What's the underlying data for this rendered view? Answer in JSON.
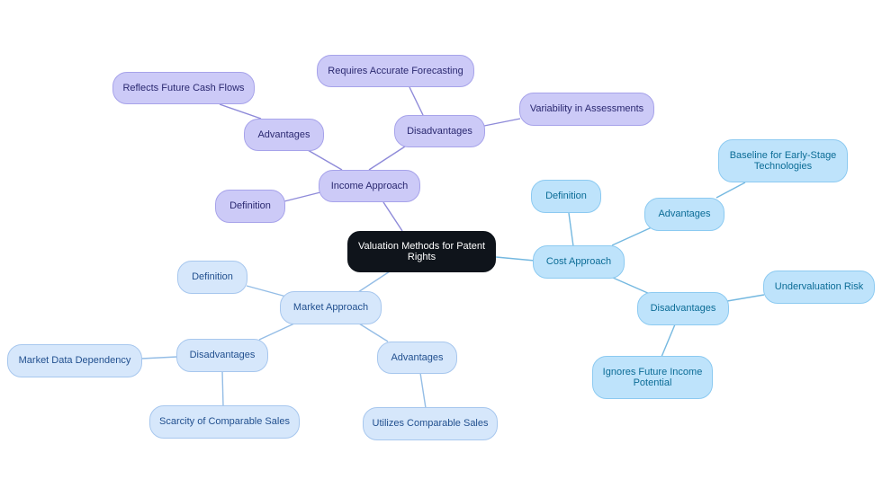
{
  "root": {
    "label": "Valuation Methods for Patent Rights"
  },
  "income": {
    "label": "Income Approach",
    "definition": "Definition",
    "advantages": {
      "label": "Advantages",
      "items": [
        "Reflects Future Cash Flows"
      ]
    },
    "disadvantages": {
      "label": "Disadvantages",
      "items": [
        "Requires Accurate Forecasting",
        "Variability in Assessments"
      ]
    }
  },
  "market": {
    "label": "Market Approach",
    "definition": "Definition",
    "advantages": {
      "label": "Advantages",
      "items": [
        "Utilizes Comparable Sales"
      ]
    },
    "disadvantages": {
      "label": "Disadvantages",
      "items": [
        "Market Data Dependency",
        "Scarcity of Comparable Sales"
      ]
    }
  },
  "cost": {
    "label": "Cost Approach",
    "definition": "Definition",
    "advantages": {
      "label": "Advantages",
      "items": [
        "Baseline for Early-Stage Technologies"
      ]
    },
    "disadvantages": {
      "label": "Disadvantages",
      "items": [
        "Undervaluation Risk",
        "Ignores Future Income Potential"
      ]
    }
  },
  "colors": {
    "root": "#0f141b",
    "income_branch": "#cccaf7",
    "market_branch": "#d6e7fb",
    "cost_branch": "#bee3fb"
  }
}
